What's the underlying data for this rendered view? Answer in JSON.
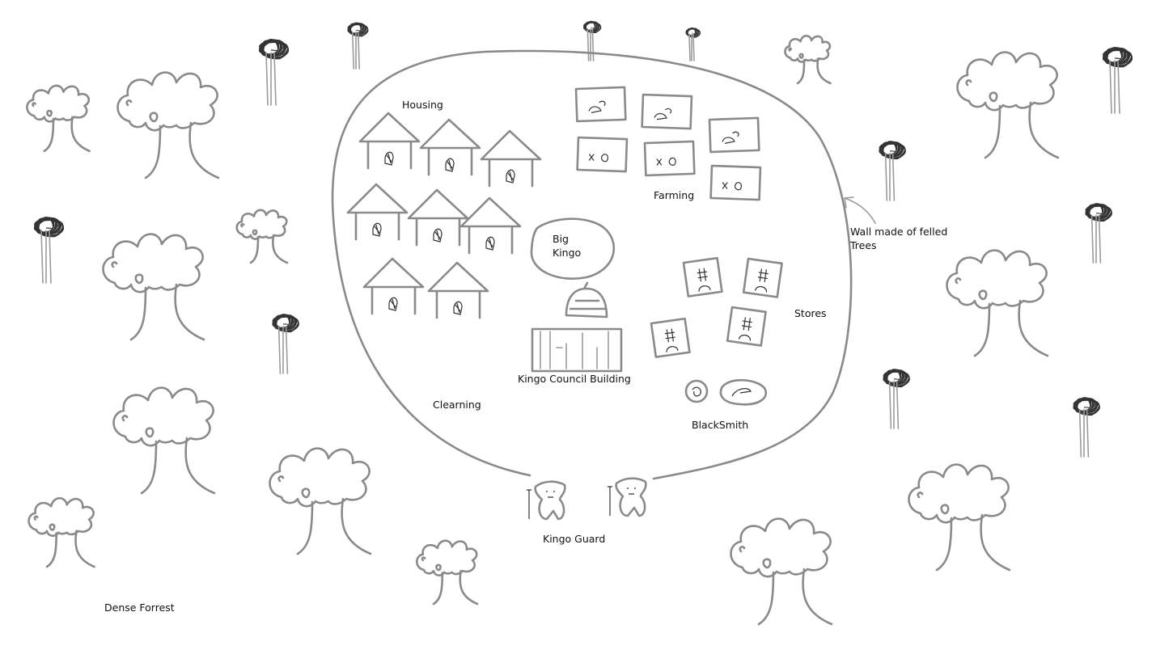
{
  "labels": {
    "housing": "Housing",
    "farming": "Farming",
    "big_kingo_line1": "Big",
    "big_kingo_line2": "Kingo",
    "wall_line1": "Wall made of felled",
    "wall_line2": "Trees",
    "stores": "Stores",
    "council": "Kingo Council Building",
    "clearing": "Clearning",
    "blacksmith": "BlackSmith",
    "guard": "Kingo Guard",
    "forest": "Dense Forrest"
  },
  "colors": {
    "pencil": "#8a8a8a",
    "ink": "#333333",
    "background": "#ffffff"
  }
}
